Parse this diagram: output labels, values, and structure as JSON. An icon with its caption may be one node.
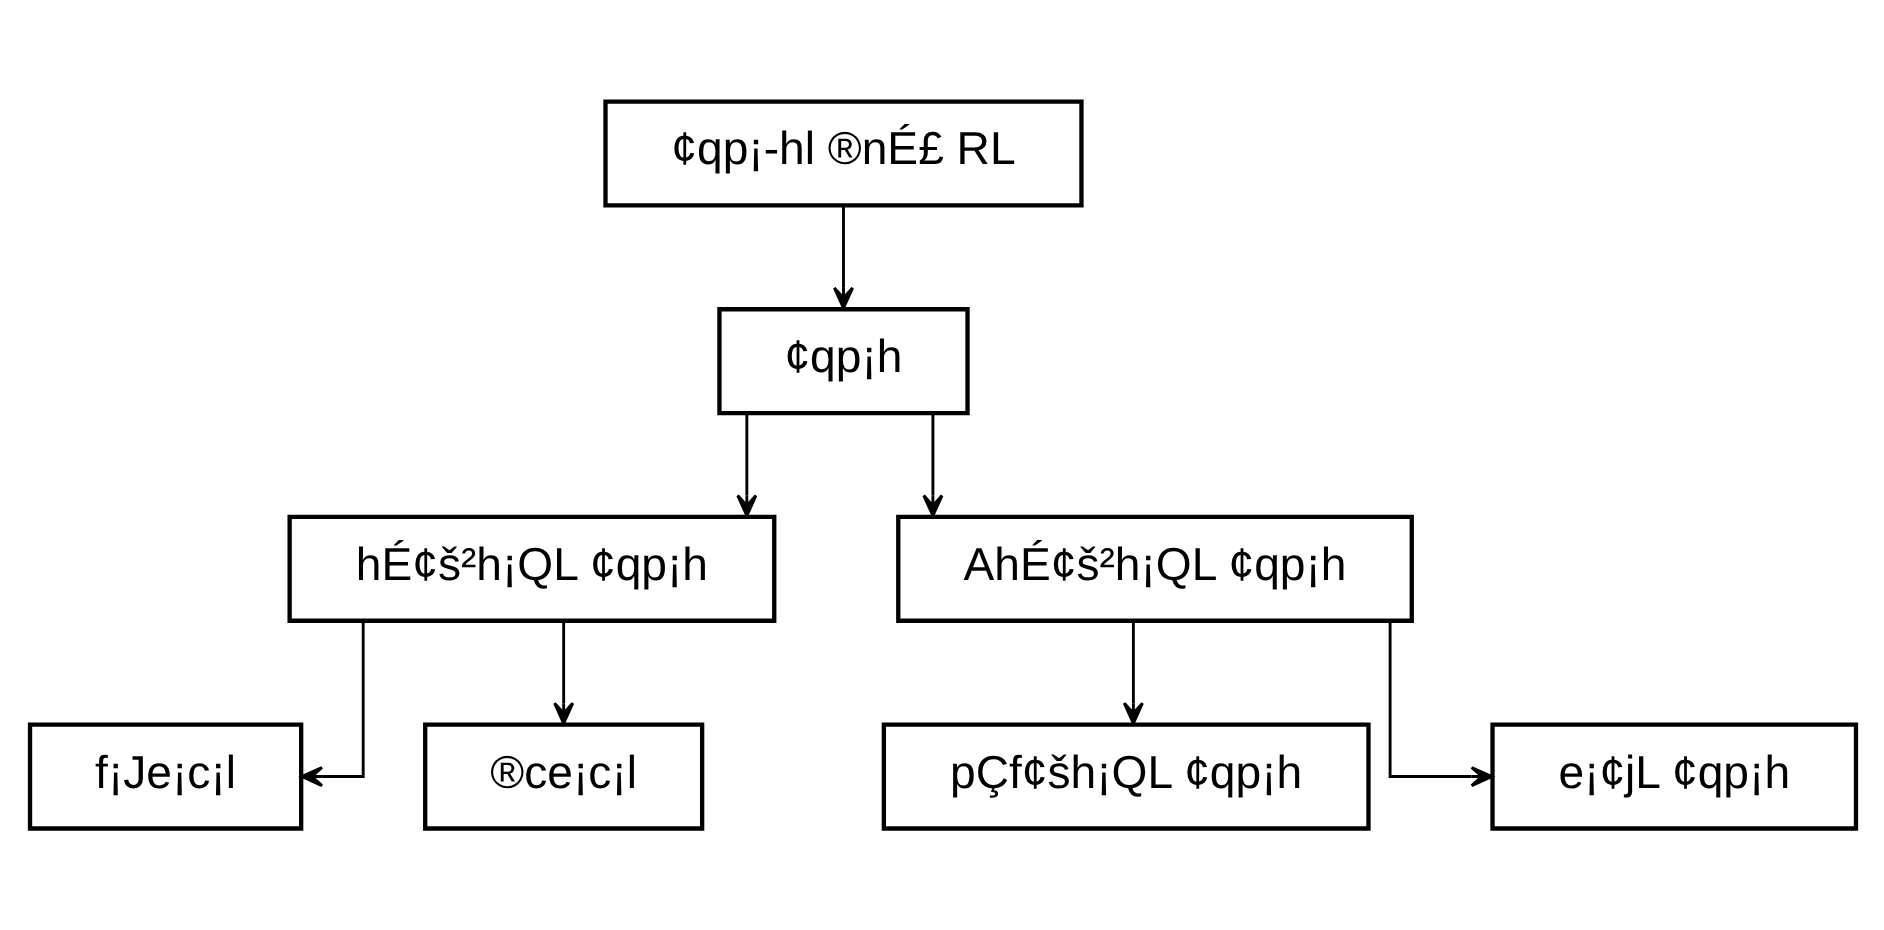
{
  "diagram": {
    "nodes": [
      {
        "text": [
          "¢qp¡-hl ®nÉ£ RL"
        ]
      },
      {
        "text": [
          "¢qp¡h"
        ]
      },
      {
        "text": [
          "hÉ¢š²h¡QL ¢qp¡h"
        ]
      },
      {
        "text": [
          "AhÉ¢š²h¡QL ¢qp¡h"
        ]
      },
      {
        "text": [
          "f¡Je¡c¡l"
        ]
      },
      {
        "text": [
          "®ce¡c¡l"
        ]
      },
      {
        "text": [
          "pÇf¢šh¡QL ¢qp¡h"
        ]
      },
      {
        "text": [
          "e¡¢jL ¢qp¡h"
        ]
      }
    ],
    "edges": [
      {
        "from": 0,
        "to": 1,
        "arrow": "to"
      },
      {
        "from": 1,
        "to": 2,
        "arrow": "to"
      },
      {
        "from": 1,
        "to": 3,
        "arrow": "to"
      },
      {
        "from": 2,
        "to": 4,
        "arrow": "to"
      },
      {
        "from": 2,
        "to": 5,
        "arrow": "to"
      },
      {
        "from": 3,
        "to": 6,
        "arrow": "to"
      },
      {
        "from": 3,
        "to": 7,
        "arrow": "to"
      }
    ]
  }
}
